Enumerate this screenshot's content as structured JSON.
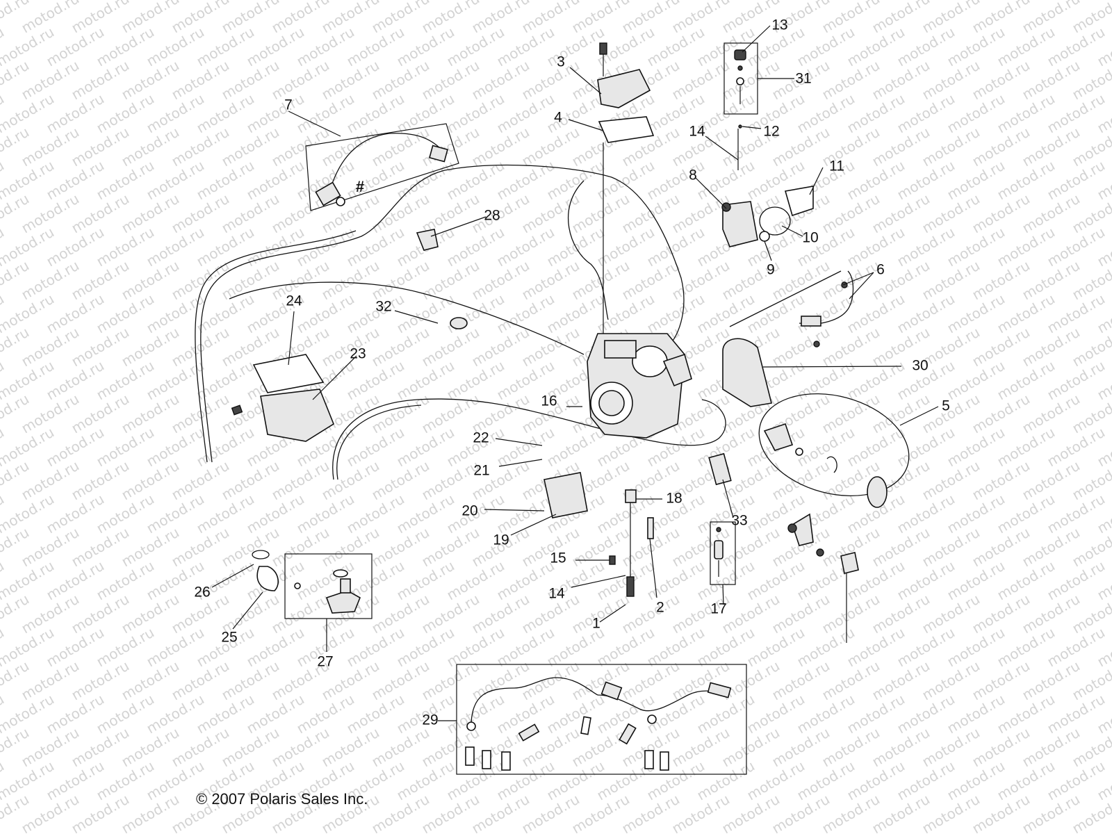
{
  "watermark": "motod.ru",
  "copyright": "© 2007 Polaris Sales Inc.",
  "hash_mark": "#",
  "callouts": {
    "c1": "1",
    "c2": "2",
    "c3": "3",
    "c4": "4",
    "c5": "5",
    "c6": "6",
    "c7": "7",
    "c8": "8",
    "c9": "9",
    "c10": "10",
    "c11": "11",
    "c12": "12",
    "c13": "13",
    "c14a": "14",
    "c14b": "14",
    "c15": "15",
    "c16": "16",
    "c17": "17",
    "c18": "18",
    "c19": "19",
    "c20": "20",
    "c21": "21",
    "c22": "22",
    "c23": "23",
    "c24": "24",
    "c25": "25",
    "c26": "26",
    "c27": "27",
    "c28": "28",
    "c29": "29",
    "c30": "30",
    "c31": "31",
    "c32": "32",
    "c33": "33"
  }
}
